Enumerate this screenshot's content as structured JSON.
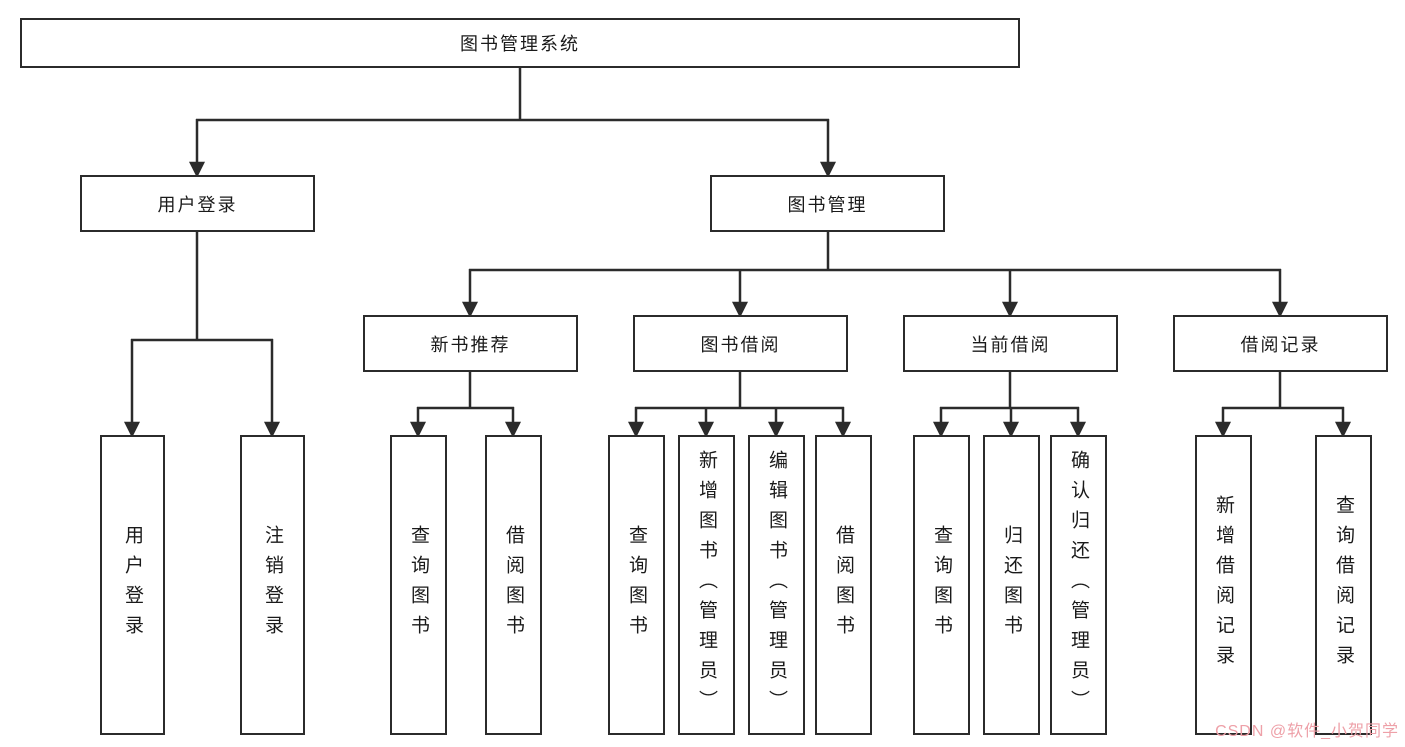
{
  "diagram": {
    "root": "图书管理系统",
    "branches": [
      {
        "label": "用户登录",
        "children": [
          {
            "label": "用户登录"
          },
          {
            "label": "注销登录"
          }
        ]
      },
      {
        "label": "图书管理",
        "children": [
          {
            "label": "新书推荐",
            "children": [
              {
                "label": "查询图书"
              },
              {
                "label": "借阅图书"
              }
            ]
          },
          {
            "label": "图书借阅",
            "children": [
              {
                "label": "查询图书"
              },
              {
                "label": "新增图书（管理员）"
              },
              {
                "label": "编辑图书（管理员）"
              },
              {
                "label": "借阅图书"
              }
            ]
          },
          {
            "label": "当前借阅",
            "children": [
              {
                "label": "查询图书"
              },
              {
                "label": "归还图书"
              },
              {
                "label": "确认归还（管理员）"
              }
            ]
          },
          {
            "label": "借阅记录",
            "children": [
              {
                "label": "新增借阅记录"
              },
              {
                "label": "查询借阅记录"
              }
            ]
          }
        ]
      }
    ]
  },
  "watermark": "CSDN @软件_小贺同学",
  "colors": {
    "line": "#2b2b2b",
    "box_border": "#2b2b2b",
    "box_fill": "#ffffff",
    "text": "#1a1a1a",
    "watermark": "#eea0a8"
  }
}
